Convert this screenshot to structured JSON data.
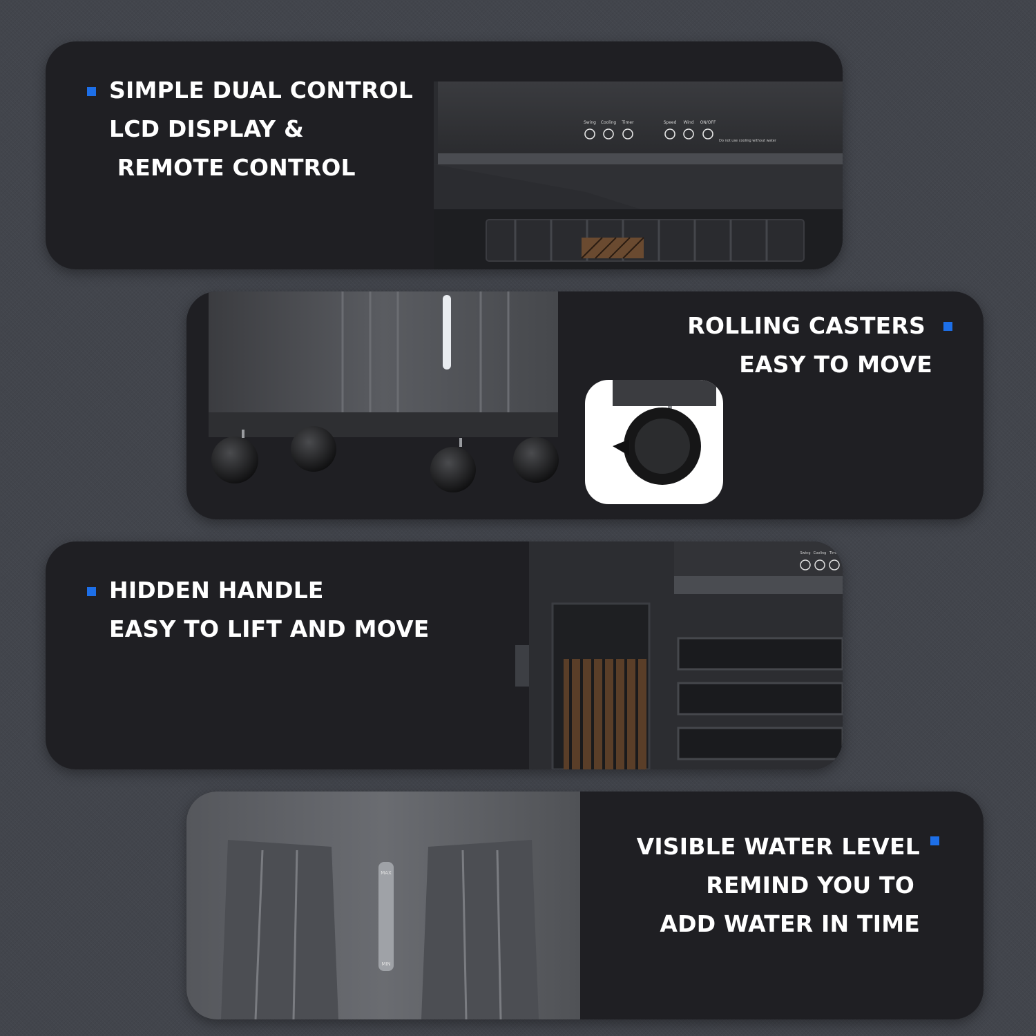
{
  "features": [
    {
      "lines": [
        "SIMPLE DUAL CONTROL",
        "LCD DISPLAY &",
        " REMOTE CONTROL"
      ]
    },
    {
      "lines": [
        "ROLLING CASTERS",
        "EASY TO MOVE"
      ]
    },
    {
      "lines": [
        "HIDDEN HANDLE",
        "EASY TO LIFT AND MOVE"
      ]
    },
    {
      "lines": [
        "VISIBLE WATER LEVEL",
        "REMIND YOU TO",
        "ADD WATER IN TIME"
      ]
    }
  ],
  "control_panel": {
    "buttons_left": [
      "Swing",
      "Cooling",
      "Timer"
    ],
    "buttons_right": [
      "Speed",
      "Wind",
      "ON/OFF"
    ],
    "warning": "Do not use cooling without water"
  },
  "side_panel_buttons": [
    "Swing",
    "Cooling",
    "Timer"
  ],
  "water_gauge": {
    "max_label": "MAX",
    "min_label": "MIN"
  },
  "colors": {
    "bullet": "#1d6fe8",
    "panel": "#1f1f23",
    "background": "#42454c"
  }
}
